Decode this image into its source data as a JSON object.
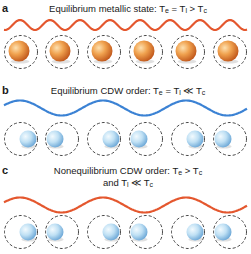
{
  "diagram": {
    "labels": [
      "a",
      "Equilibrium metallic state: Te = Tl > Tc",
      "b",
      "Equilibrium CDW order: Te = Tl ≪ Tc",
      "c",
      "Nonequilibrium CDW order: Te > Tc and Tl ≪ Tc"
    ]
  }
}
